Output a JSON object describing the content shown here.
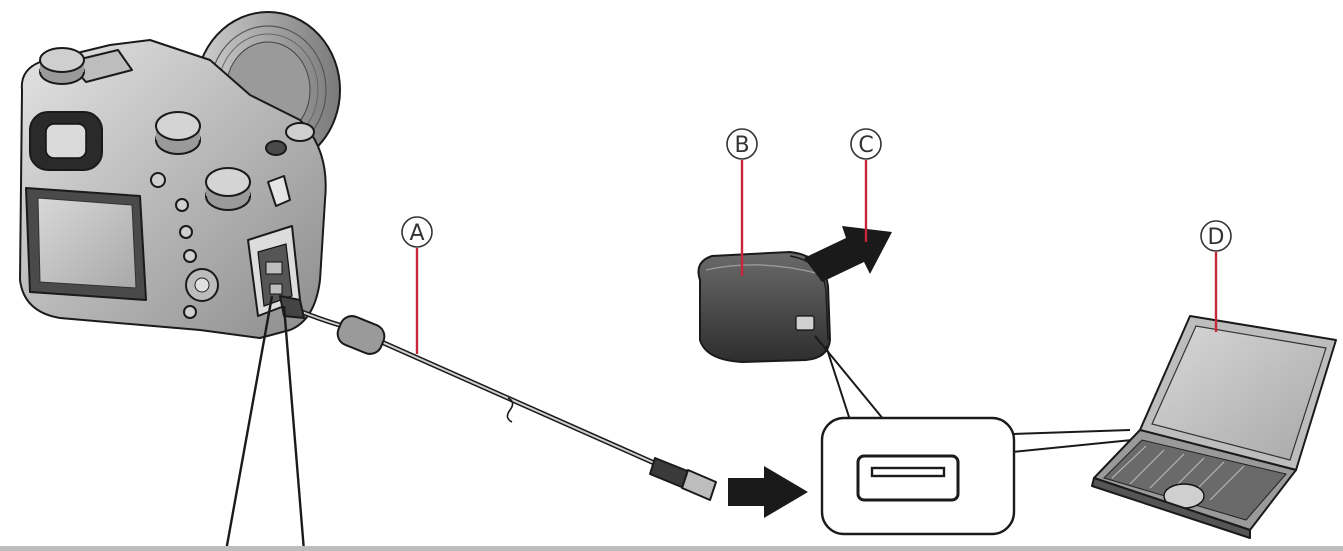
{
  "callouts": {
    "a": "A",
    "b": "B",
    "c": "C",
    "d": "D"
  },
  "colors": {
    "leader": "#c8273a",
    "outline": "#1a1a1a",
    "body_dark": "#3a3a3a",
    "body_mid": "#8a8a8a",
    "body_light": "#d6d6d6"
  }
}
